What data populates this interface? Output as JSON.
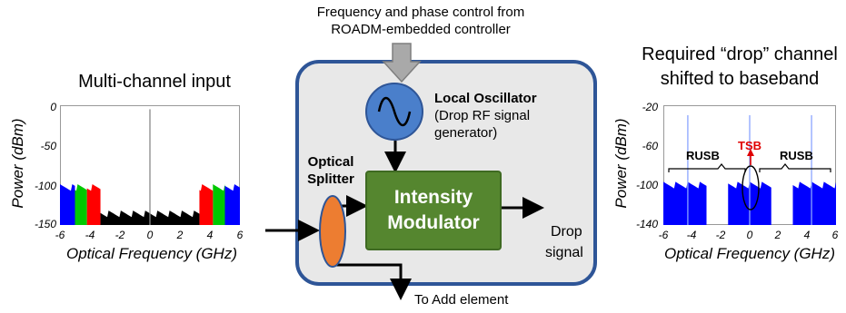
{
  "left_chart": {
    "title": "Multi-channel input",
    "ylabel": "Power (dBm)",
    "xlabel": "Optical Frequency (GHz)",
    "yticks": [
      "0",
      "-50",
      "-100",
      "-150"
    ],
    "xticks": [
      "-6",
      "-4",
      "-2",
      "0",
      "2",
      "4",
      "6"
    ]
  },
  "center": {
    "control_text_line1": "Frequency and phase control from",
    "control_text_line2": "ROADM-embedded controller",
    "lo_title": "Local Oscillator",
    "lo_sub1": "(Drop RF signal",
    "lo_sub2": "generator)",
    "splitter_line1": "Optical",
    "splitter_line2": "Splitter",
    "modulator_line1": "Intensity",
    "modulator_line2": "Modulator",
    "drop_line1": "Drop",
    "drop_line2": "signal",
    "add_text": "To Add element"
  },
  "right_chart": {
    "title_line1": "Required “drop” channel",
    "title_line2": "shifted to baseband",
    "ylabel": "Power (dBm)",
    "xlabel": "Optical Frequency (GHz)",
    "yticks": [
      "-20",
      "-60",
      "-100",
      "-140"
    ],
    "xticks": [
      "-6",
      "-4",
      "-2",
      "0",
      "2",
      "4",
      "6"
    ],
    "label_rusb_left": "RUSB",
    "label_rusb_right": "RUSB",
    "label_tsb": "TSB"
  },
  "colors": {
    "accent_blue": "#2e5597",
    "lo_circle": "#4a7fcb",
    "modulator": "#55862f",
    "splitter": "#ed7d31",
    "tsb_red": "#e00000",
    "channel_blue": "#0000ff",
    "channel_green": "#00c800",
    "channel_red": "#ff0000"
  },
  "chart_data": [
    {
      "type": "area",
      "title": "Multi-channel input",
      "xlabel": "Optical Frequency (GHz)",
      "ylabel": "Power (dBm)",
      "xlim": [
        -6,
        6
      ],
      "ylim": [
        -150,
        0
      ],
      "series": [
        {
          "color": "blue",
          "x_ranges": [
            [
              -6,
              -5.0
            ],
            [
              5.0,
              6
            ]
          ],
          "level": -103
        },
        {
          "color": "green",
          "x_ranges": [
            [
              -5.0,
              -4.2
            ],
            [
              4.2,
              5.0
            ]
          ],
          "level": -103
        },
        {
          "color": "red",
          "x_ranges": [
            [
              -4.2,
              -3.3
            ],
            [
              3.3,
              4.2
            ]
          ],
          "level": -103
        },
        {
          "color": "black",
          "x_ranges": [
            [
              -3.3,
              3.3
            ]
          ],
          "level": -136
        },
        {
          "color": "gray",
          "x_ranges": [
            [
              0,
              0
            ]
          ],
          "level": -5
        }
      ]
    },
    {
      "type": "area",
      "xlabel": "Optical Frequency (GHz)",
      "ylabel": "Power (dBm)",
      "xlim": [
        -6,
        6
      ],
      "ylim": [
        -140,
        -20
      ],
      "series": [
        {
          "color": "blue",
          "x_ranges": [
            [
              -6,
              -3.0
            ],
            [
              -1.5,
              1.5
            ],
            [
              3.0,
              6
            ]
          ],
          "level": -100
        },
        {
          "color": "lightblue",
          "x_ranges": [
            [
              -4.3,
              -4.3
            ],
            [
              0,
              0
            ],
            [
              4.3,
              4.3
            ]
          ],
          "level": -30
        }
      ]
    }
  ]
}
